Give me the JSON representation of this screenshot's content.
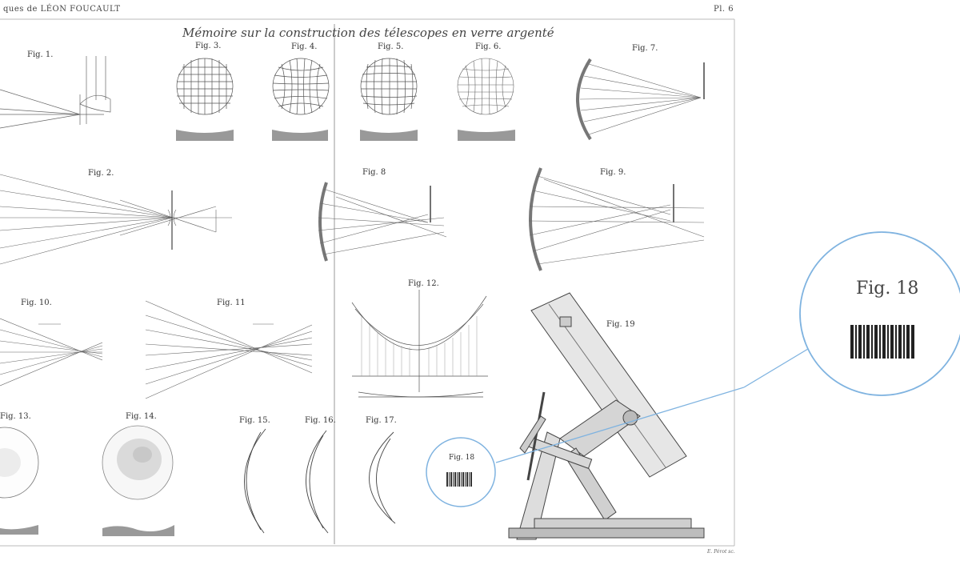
{
  "header": {
    "left_text": "ques de LÉON FOUCAULT",
    "right_text": "Pl. 6"
  },
  "plate": {
    "title": "Mémoire sur la construction des télescopes en verre argenté",
    "engraver": "E. Pérot sc.",
    "figures": {
      "f1": "Fig. 1.",
      "f2": "Fig. 2.",
      "f3": "Fig. 3.",
      "f4": "Fig. 4.",
      "f5": "Fig. 5.",
      "f6": "Fig. 6.",
      "f7": "Fig. 7.",
      "f8": "Fig. 8",
      "f9": "Fig. 9.",
      "f10": "Fig. 10.",
      "f11": "Fig. 11",
      "f12": "Fig. 12.",
      "f13": "Fig. 13.",
      "f14": "Fig. 14.",
      "f15": "Fig. 15.",
      "f16": "Fig. 16.",
      "f17": "Fig. 17.",
      "f18": "Fig. 18",
      "f19": "Fig. 19"
    }
  },
  "zoom": {
    "label": "Fig. 18",
    "accent_color": "#7fb3e0"
  }
}
